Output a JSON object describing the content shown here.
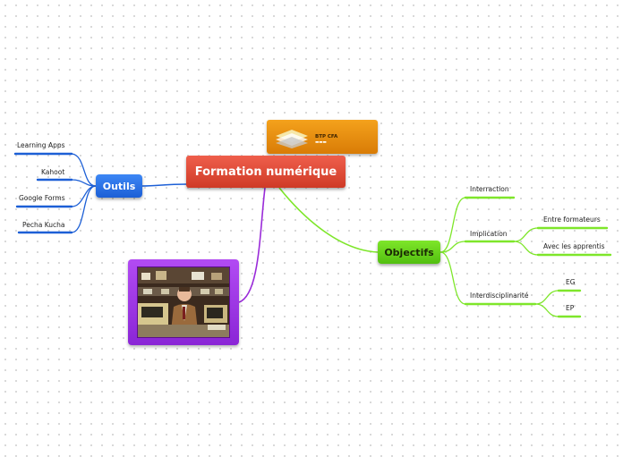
{
  "central": {
    "label": "Formation numérique"
  },
  "outils": {
    "label": "Outils",
    "color": "#1c5fd6",
    "items": [
      "Learning Apps",
      "Kahoot",
      "Google Forms",
      "Pecha Kucha"
    ]
  },
  "objectifs": {
    "label": "Objectifs",
    "color": "#52bf10",
    "items": [
      {
        "label": "Interraction",
        "children": []
      },
      {
        "label": "Implication",
        "children": [
          "Entre formateurs",
          "Avec les apprentis"
        ]
      },
      {
        "label": "Interdisciplinarité",
        "children": [
          "EG",
          "EP"
        ]
      }
    ]
  },
  "logo": {
    "name": "BTP CFA"
  },
  "image_node": {
    "color": "#8a25d6"
  }
}
